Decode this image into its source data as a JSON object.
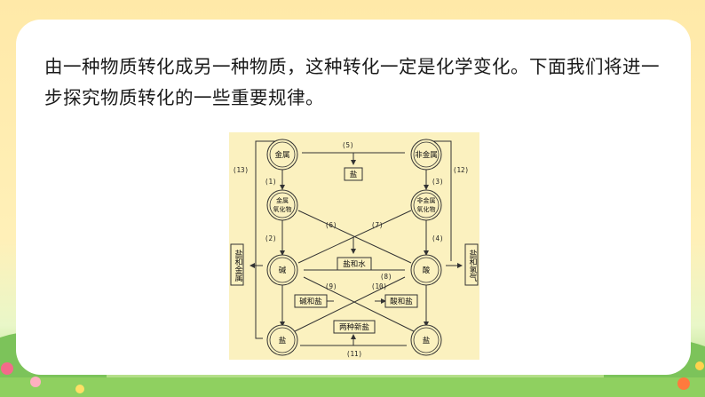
{
  "lead_text": "由一种物质转化成另一种物质，这种转化一定是化学变化。下面我们将进一步探究物质转化的一些重要规律。",
  "diagram": {
    "nodes": {
      "metal": "金属",
      "nonmetal": "非金属",
      "salt_top": "盐",
      "metal_oxide_1": "金属",
      "metal_oxide_2": "氧化物",
      "nonmetal_oxide_1": "非金属",
      "nonmetal_oxide_2": "氧化物",
      "base": "碱",
      "acid": "酸",
      "salt_water": "盐和水",
      "base_salt": "碱和盐",
      "acid_salt": "酸和盐",
      "two_new_salts": "两种新盐",
      "salt_left": "盐",
      "salt_right": "盐",
      "salt_metal": "盐和金属",
      "salt_hydrogen": "盐和氢气"
    },
    "steps": [
      "(1)",
      "(2)",
      "(3)",
      "(4)",
      "(5)",
      "(6)",
      "(7)",
      "(8)",
      "(9)",
      "(10)",
      "(11)",
      "(12)",
      "(13)"
    ]
  },
  "colors": {
    "diagram_bg": "#fbf1bf",
    "line": "#333333",
    "accent_green": "#7cc35a"
  }
}
